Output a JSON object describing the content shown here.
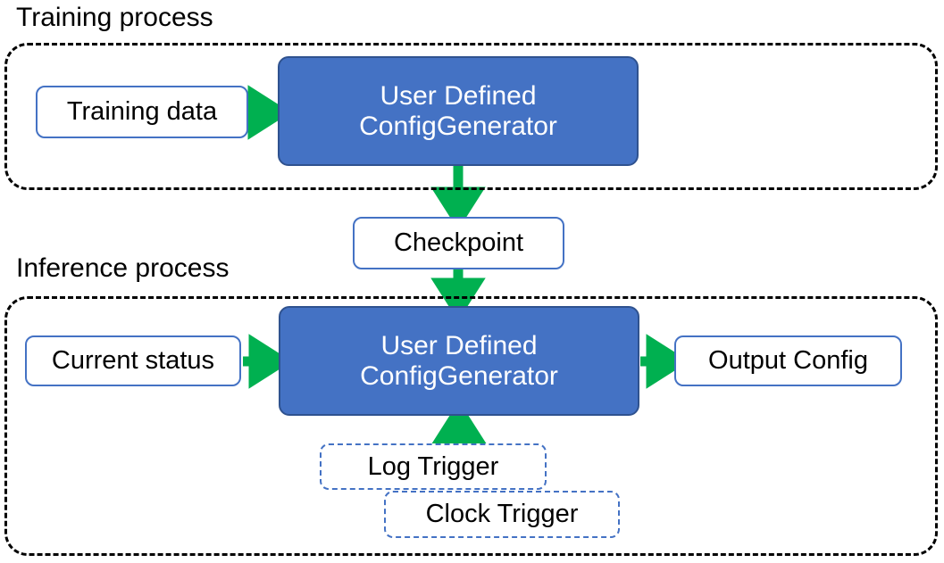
{
  "diagram": {
    "title_training": "Training process",
    "title_inference": "Inference process",
    "colors": {
      "process_fill": "#4472C4",
      "process_stroke": "#2F528F",
      "box_stroke": "#4472C4",
      "arrow": "#00B050",
      "group_stroke": "#000000",
      "text_dark": "#000000",
      "text_light": "#FFFFFF"
    },
    "training": {
      "input": "Training data",
      "process_line1": "User Defined",
      "process_line2": "ConfigGenerator"
    },
    "bridge": {
      "checkpoint": "Checkpoint"
    },
    "inference": {
      "input": "Current status",
      "process_line1": "User Defined",
      "process_line2": "ConfigGenerator",
      "output": "Output Config",
      "trigger_log": "Log Trigger",
      "trigger_clock": "Clock Trigger"
    }
  }
}
